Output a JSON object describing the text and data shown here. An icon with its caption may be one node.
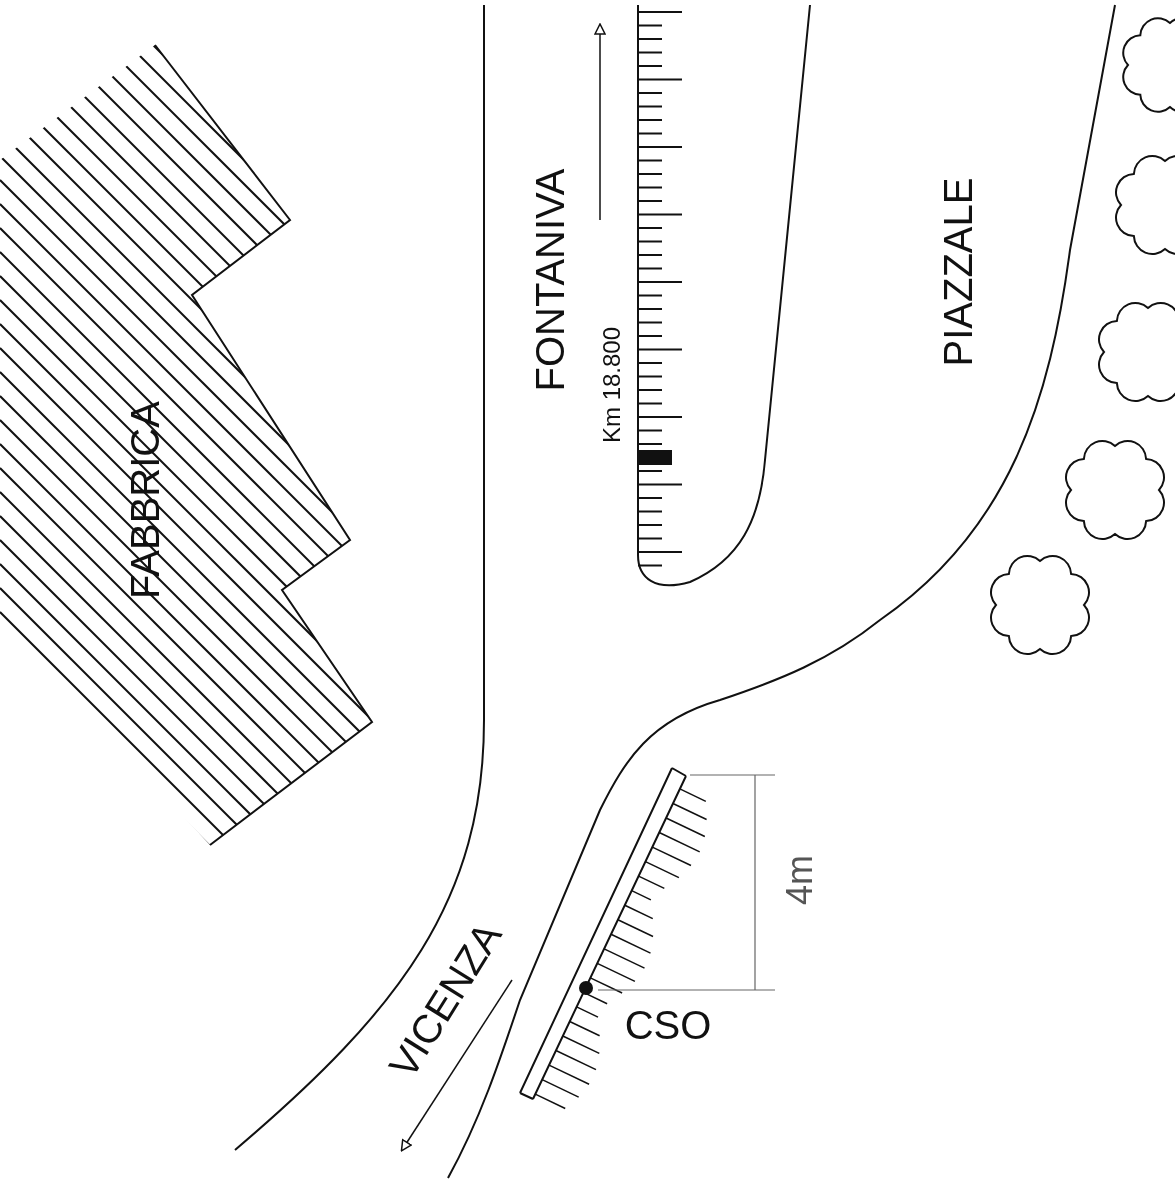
{
  "diagram": {
    "labels": [
      "FABBRICA",
      "FONTANIVA",
      "Km 18.800",
      "PIAZZALE",
      "4m",
      "VICENZA",
      "CSO"
    ]
  }
}
